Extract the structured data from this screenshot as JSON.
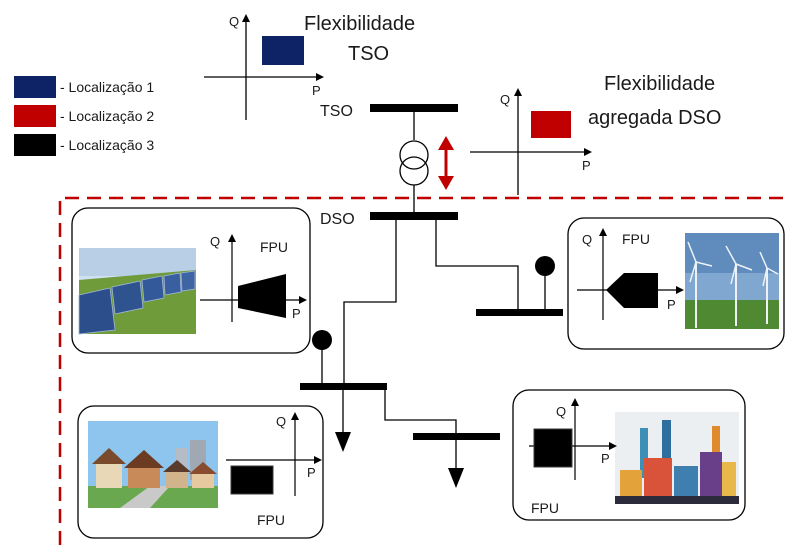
{
  "legend": [
    {
      "label": "- Localização 1",
      "color": "#0d2366"
    },
    {
      "label": "- Localização 2",
      "color": "#c00000"
    },
    {
      "label": "- Localização 3",
      "color": "#000000"
    }
  ],
  "tso": {
    "title_line1": "Flexibilidade",
    "title_line2": "TSO",
    "bus_label": "TSO",
    "axis_q": "Q",
    "axis_p": "P"
  },
  "dso_agg": {
    "title_line1": "Flexibilidade",
    "title_line2": "agregada DSO",
    "bus_label": "DSO",
    "axis_q": "Q",
    "axis_p": "P"
  },
  "units": {
    "solar": {
      "fpu_label": "FPU",
      "axis_q": "Q",
      "axis_p": "P",
      "image": "solar-panels"
    },
    "wind": {
      "fpu_label": "FPU",
      "axis_q": "Q",
      "axis_p": "P",
      "image": "wind-turbines"
    },
    "residential": {
      "fpu_label": "FPU",
      "axis_q": "Q",
      "axis_p": "P",
      "image": "houses"
    },
    "industrial": {
      "fpu_label": "FPU",
      "axis_q": "Q",
      "axis_p": "P",
      "image": "factory"
    }
  },
  "colors": {
    "boundary": "#c00000",
    "arrow": "#c00000",
    "line": "#000000"
  }
}
